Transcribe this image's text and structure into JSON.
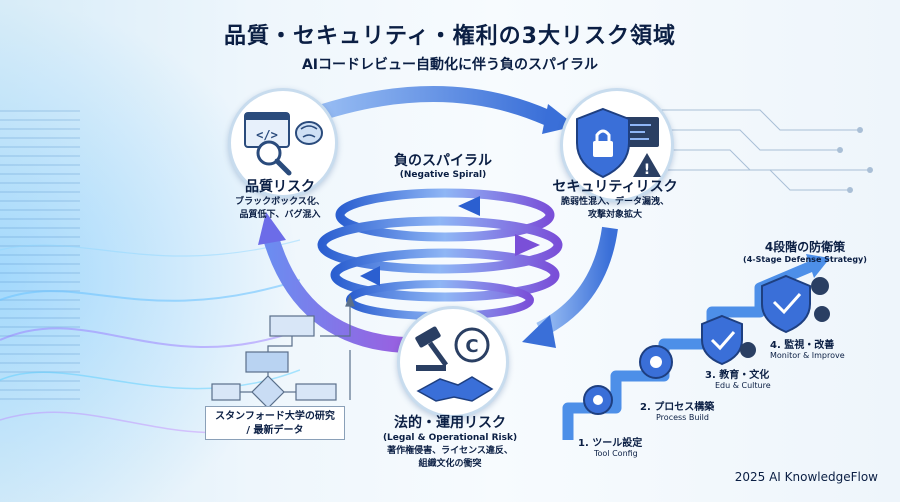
{
  "title": "品質・セキュリティ・権利の3大リスク領域",
  "subtitle": "AIコードレビュー自動化に伴う負のスパイラル",
  "spiral": {
    "label": "負のスパイラル",
    "sub": "(Negative Spiral)"
  },
  "quality": {
    "title": "品質リスク",
    "lines": [
      "ブラックボックス化、",
      "品質低下、バグ混入"
    ]
  },
  "security": {
    "title": "セキュリティリスク",
    "lines": [
      "脆弱性混入、データ漏洩、",
      "攻撃対象拡大"
    ]
  },
  "legal": {
    "title": "法的・運用リスク",
    "sub": "(Legal & Operational Risk)",
    "lines": [
      "著作権侵害、ライセンス違反、",
      "組織文化の衝突"
    ]
  },
  "stanford": {
    "lines": [
      "スタンフォード大学の研究",
      "/ 最新データ"
    ]
  },
  "defense": {
    "title": "4段階の防衛策",
    "sub": "(4-Stage Defense Strategy)",
    "steps": [
      {
        "label": "1. ツール設定",
        "sub": "Tool Config"
      },
      {
        "label": "2. プロセス構築",
        "sub": "Process Build"
      },
      {
        "label": "3. 教育・文化",
        "sub": "Edu & Culture"
      },
      {
        "label": "4. 監視・改善",
        "sub": "Monitor & Improve"
      }
    ]
  },
  "footer": "2025 AI KnowledgeFlow",
  "colors": {
    "navy": "#0b1f44",
    "blue": "#2f6fd6",
    "purple": "#7a5bd8",
    "light": "#c8dcee"
  }
}
